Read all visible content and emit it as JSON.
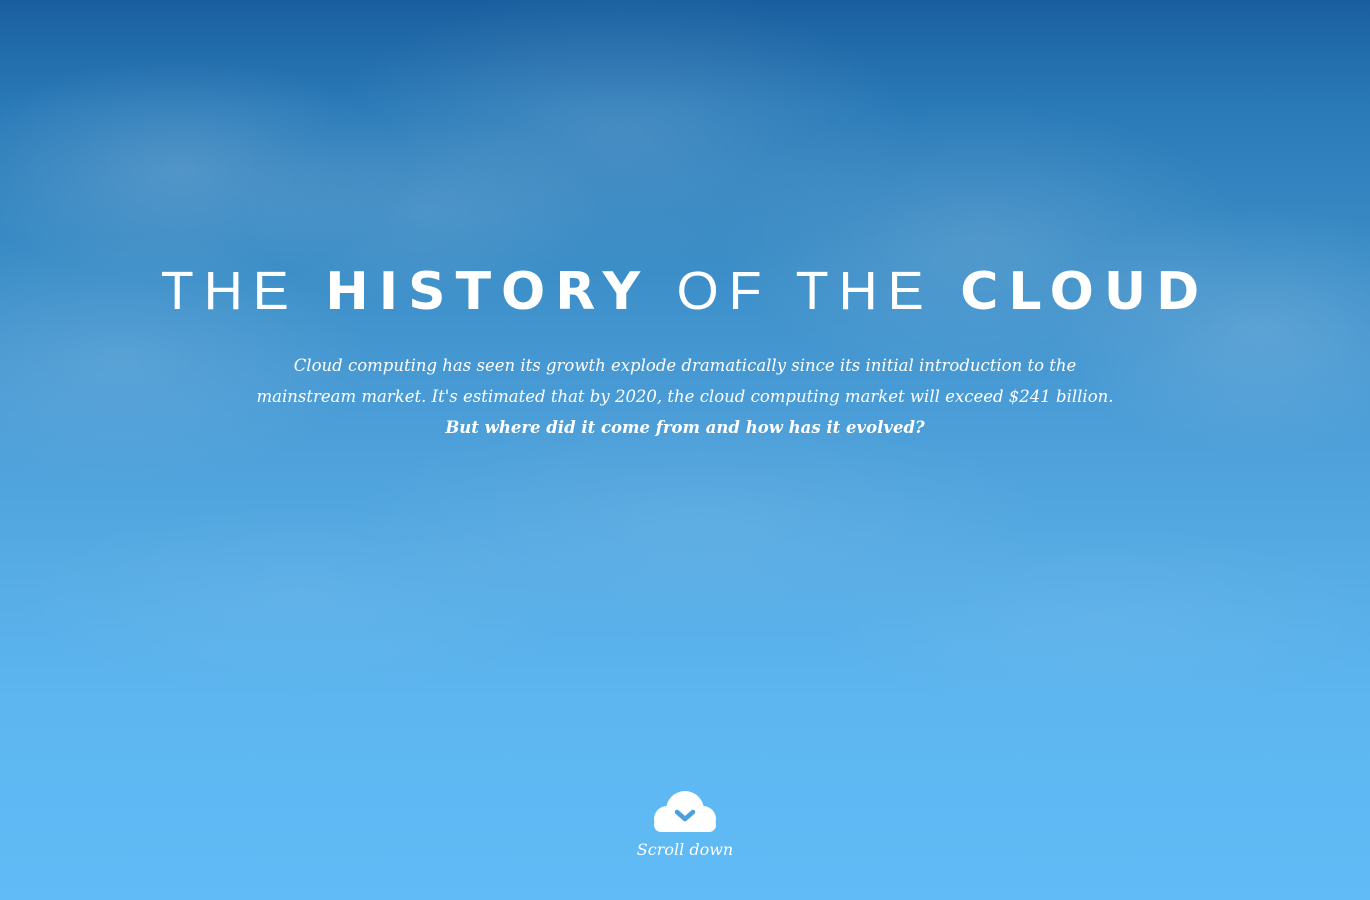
{
  "hero": {
    "title_part1": "THE",
    "title_part2": "HISTORY",
    "title_part3": "OF THE",
    "title_part4": "CLOUD",
    "intro_line1": "Cloud computing has seen its growth explode dramatically since its initial introduction to the",
    "intro_line2": "mainstream market. It's estimated that by 2020, the cloud computing market will exceed $241 billion.",
    "intro_question": "But where did it come from and how has it evolved?"
  },
  "scroll": {
    "label": "Scroll down",
    "icon": "cloud-chevron-down-icon"
  },
  "colors": {
    "sky_top": "#1a5f9f",
    "sky_bottom": "#60bbf6",
    "text": "#ffffff",
    "icon_chevron": "#4a9fdc"
  }
}
